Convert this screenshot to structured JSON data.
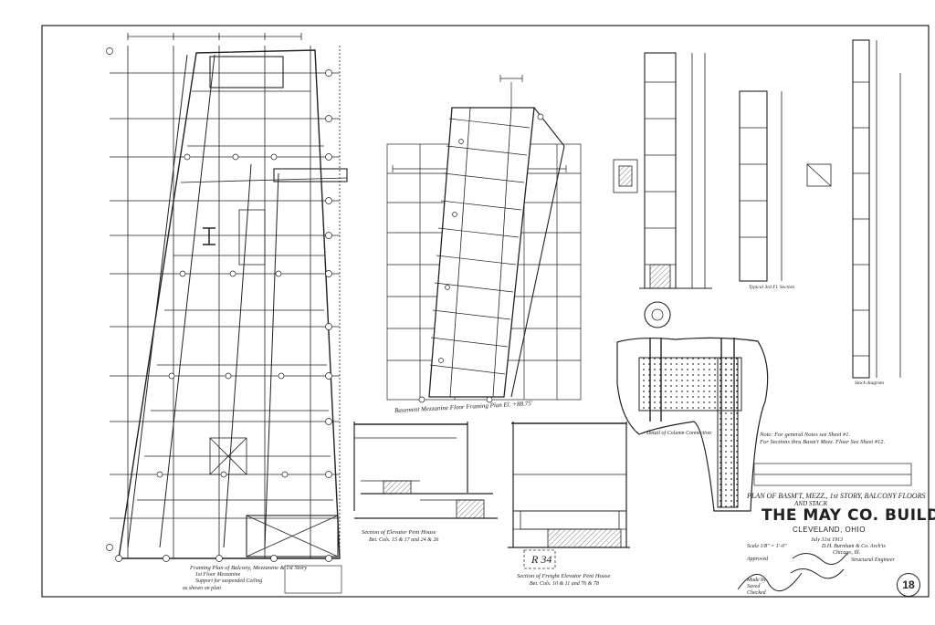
{
  "drawing": {
    "title": "THE MAY CO. BUILDING",
    "plan_line_1": "PLAN OF BASM'T, MEZZ., 1st STORY, BALCONY FLOORS",
    "plan_line_2": "AND STACK",
    "city": "CLEVELAND, OHIO",
    "date": "July 31st 1913",
    "scale": "Scale 1/8\" = 1'-0\"",
    "firm": "D.H. Burnham & Co. Arch'ts",
    "firm_city": "Chicago, Ill.",
    "approved": "Approved",
    "structural_engineer": "Structural Engineer",
    "made_by": "Made by",
    "saved": "Saved",
    "checked": "Checked",
    "sheet_number": "18",
    "stamp": "R 34"
  },
  "notes": {
    "note_1": "Note: For general Notes see Sheet #1.",
    "note_2": "For Sections thru Basm't Mezz. Floor See Sheet #12."
  },
  "captions": {
    "basement_mezz": "Basement Mezzanine Floor Framing Plan  El. +88.75'",
    "passenger_section": "Section of Elevator Pent House",
    "passenger_ref": "Bet. Cols. 15 & 17 and 24 & 26",
    "freight_section": "Section of Freight Elevator Pent House",
    "freight_ref": "Bet. Cols. 10 & 11 and 76 & 78",
    "framing_1": "Framing Plan of Balcony, Mezzanine & 1st Story",
    "framing_2": "1st Floor Mezzanine",
    "framing_3": "Support for suspended Ceiling",
    "framing_4": "as shown on plan",
    "detail": "Detail of Column Connection",
    "typical": "Typical 3rd Fl. Section",
    "stack": "Stack diagram"
  },
  "colors": {
    "ink": "#222222",
    "paper": "#ffffff",
    "hatch": "#555555"
  }
}
